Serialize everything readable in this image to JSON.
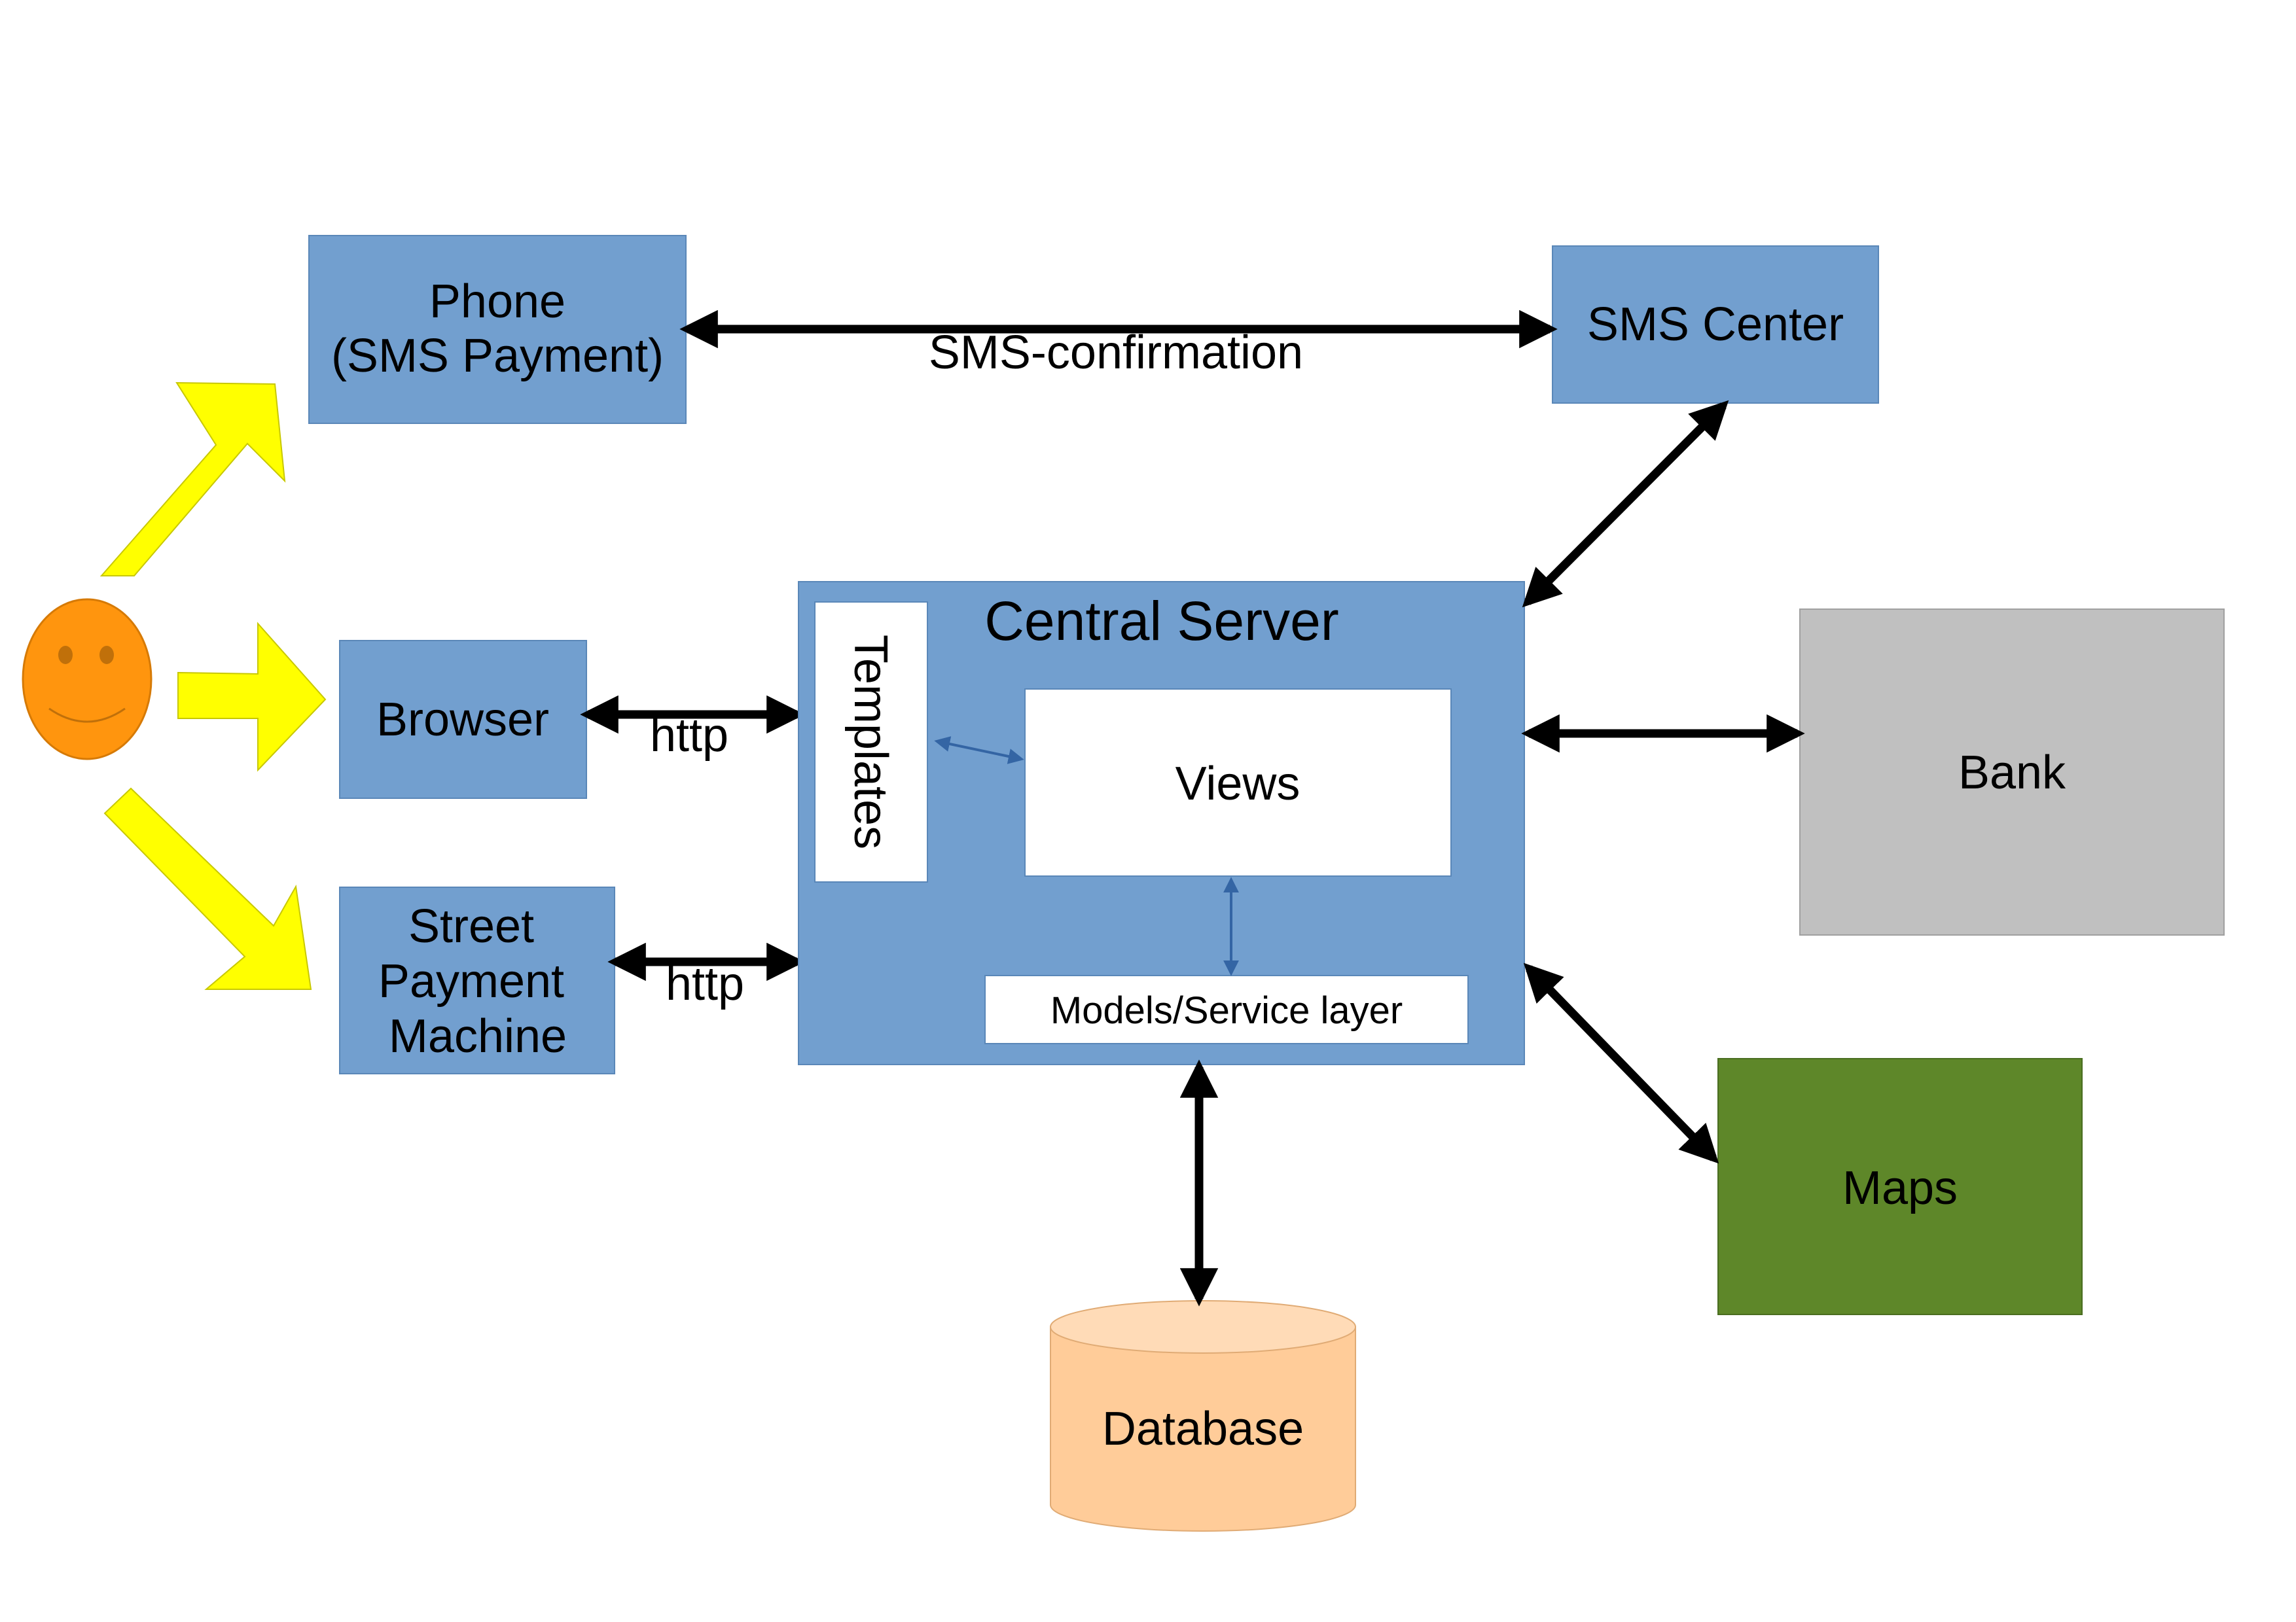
{
  "colors": {
    "box_blue": "#729fcf",
    "box_gray": "#c0c0c0",
    "box_green": "#5e8729",
    "db_body": "#ffcc99",
    "db_top": "#ffdbb7",
    "arrow_yellow": "#ffff00",
    "smiley": "#ff950e",
    "inner_arrow": "#3465a4"
  },
  "icons": {
    "user": "smiley-face-icon"
  },
  "nodes": {
    "phone": {
      "line1": "Phone",
      "line2": "(SMS Payment)"
    },
    "sms_center": {
      "label": "SMS Center"
    },
    "browser": {
      "label": "Browser"
    },
    "street_machine": {
      "line1": "Street",
      "line2": "Payment",
      "line3": "Machine"
    },
    "central_server": {
      "label": "Central Server"
    },
    "templates": {
      "label": "Templates"
    },
    "views": {
      "label": "Views"
    },
    "models": {
      "label": "Models/Service layer"
    },
    "bank": {
      "label": "Bank"
    },
    "maps": {
      "label": "Maps"
    },
    "database": {
      "label": "Database"
    }
  },
  "edges": {
    "phone_sms": "SMS-confirmation",
    "browser_server": "http",
    "machine_server": "http"
  }
}
